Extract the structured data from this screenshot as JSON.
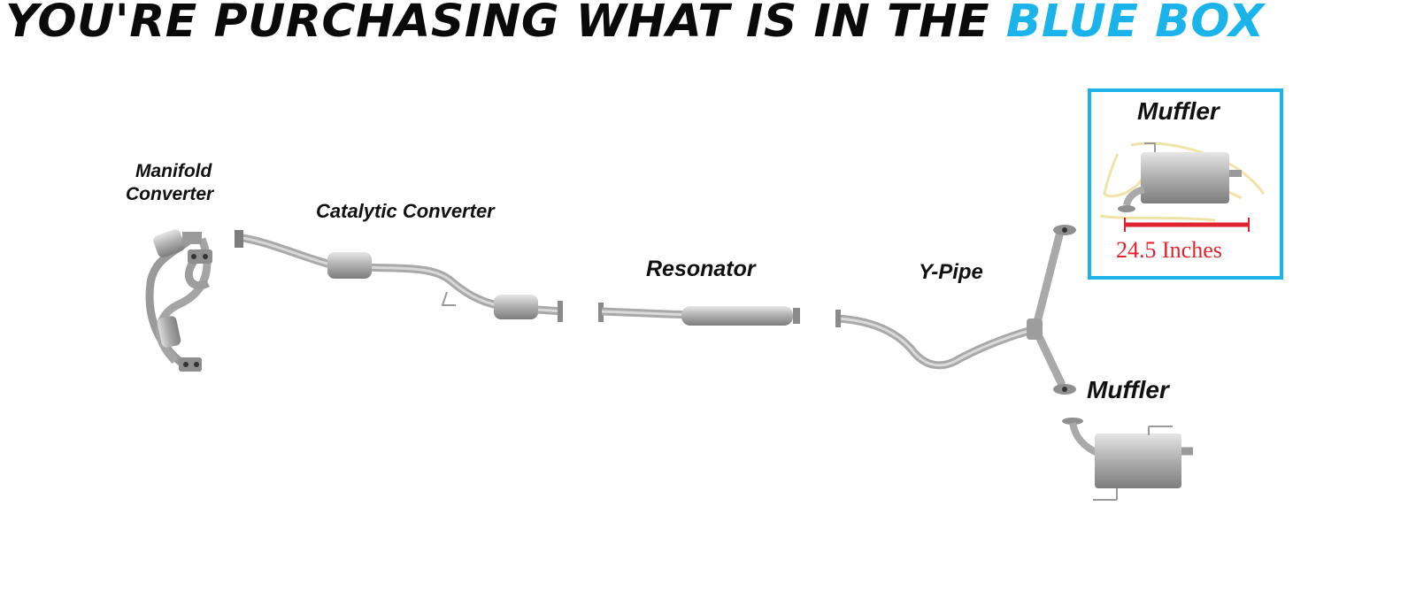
{
  "headline": {
    "part1": "YOU'RE PURCHASING WHAT IS IN THE ",
    "part2": "BLUE BOX"
  },
  "labels": {
    "manifold_line1": "Manifold",
    "manifold_line2": "Converter",
    "catalytic": "Catalytic Converter",
    "resonator": "Resonator",
    "ypipe": "Y-Pipe",
    "muffler_box": "Muffler",
    "muffler_bottom": "Muffler"
  },
  "measurement": "24.5 Inches",
  "colors": {
    "accent_blue": "#1ab4ea",
    "measure_red": "#e0232e",
    "pipe": "#a9a9a9"
  }
}
